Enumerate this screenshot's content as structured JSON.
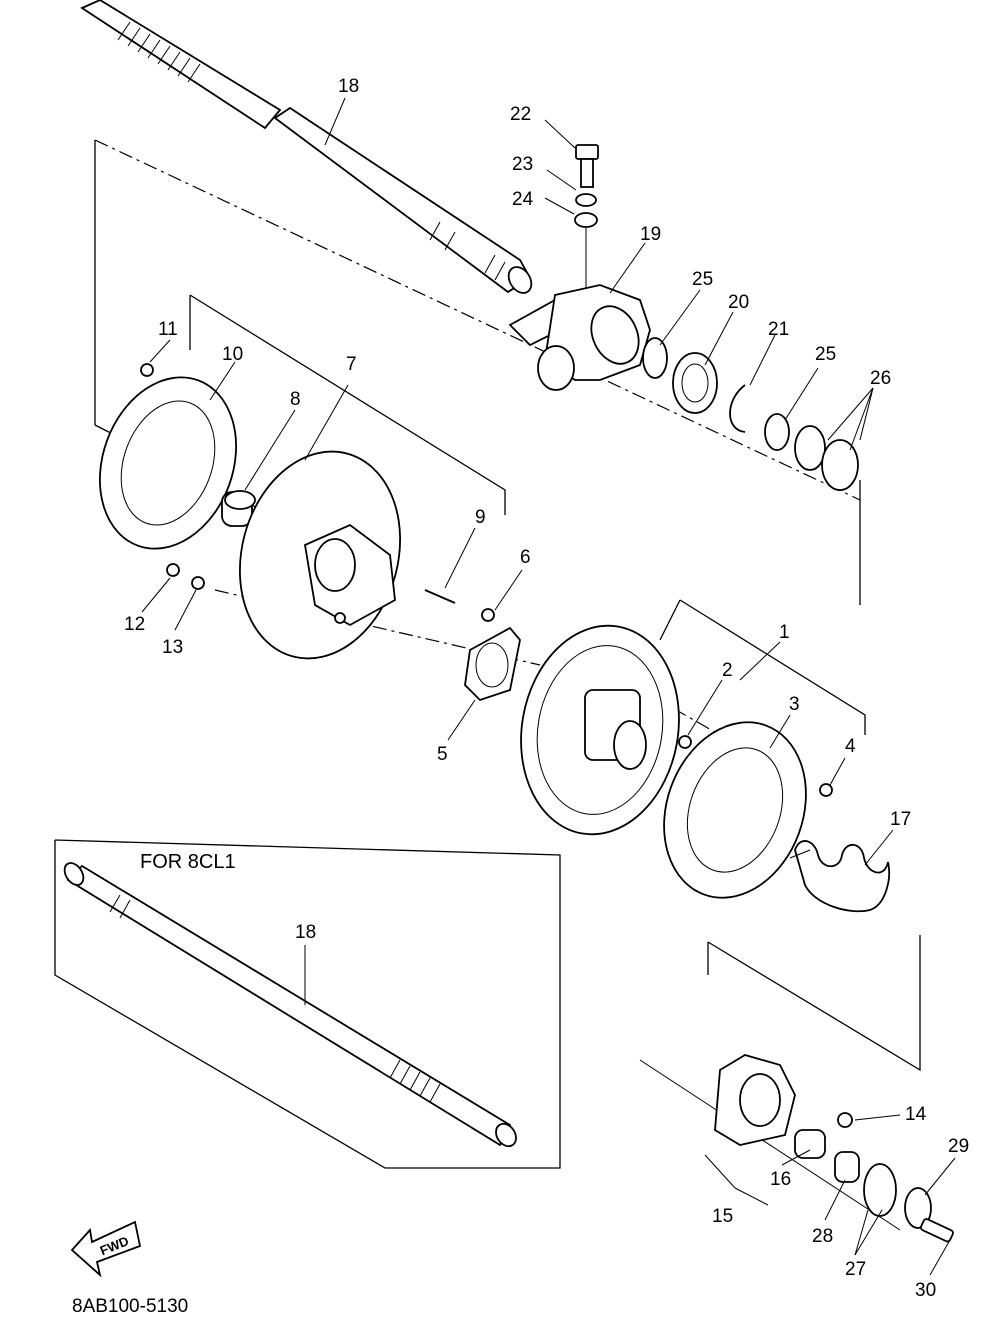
{
  "title_box": "FOR 8CL1",
  "fwd_label": "FWD",
  "footer_code": "8AB100-5130",
  "callouts": {
    "c1": "1",
    "c2": "2",
    "c3": "3",
    "c4": "4",
    "c5": "5",
    "c6": "6",
    "c7": "7",
    "c8": "8",
    "c9": "9",
    "c10": "10",
    "c11": "11",
    "c12": "12",
    "c13": "13",
    "c14": "14",
    "c15": "15",
    "c16": "16",
    "c17": "17",
    "c18a": "18",
    "c18b": "18",
    "c19": "19",
    "c20": "20",
    "c21": "21",
    "c22": "22",
    "c23": "23",
    "c24": "24",
    "c25a": "25",
    "c25b": "25",
    "c26": "26",
    "c27": "27",
    "c28": "28",
    "c29": "29",
    "c30": "30"
  },
  "icons": {
    "fwd_arrow": "fwd-arrow-icon"
  }
}
